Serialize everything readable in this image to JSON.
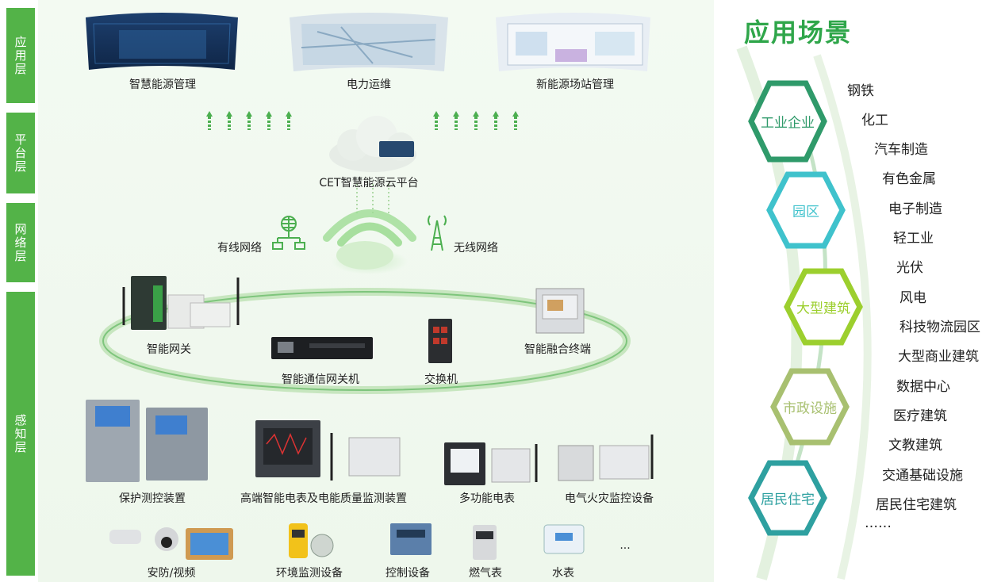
{
  "layers": [
    {
      "label": "应用层"
    },
    {
      "label": "平台层"
    },
    {
      "label": "网络层"
    },
    {
      "label": "感知层"
    }
  ],
  "apps": [
    {
      "label": "智慧能源管理"
    },
    {
      "label": "电力运维"
    },
    {
      "label": "新能源场站管理"
    }
  ],
  "platform": {
    "label": "CET智慧能源云平台"
  },
  "network": {
    "wired": "有线网络",
    "wireless": "无线网络"
  },
  "gateways": [
    {
      "label": "智能网关"
    },
    {
      "label": "智能通信网关机"
    },
    {
      "label": "交换机"
    },
    {
      "label": "智能融合终端"
    }
  ],
  "devices_row1": [
    {
      "label": "保护测控装置"
    },
    {
      "label": "高端智能电表及电能质量监测装置"
    },
    {
      "label": "多功能电表"
    },
    {
      "label": "电气火灾监控设备"
    }
  ],
  "devices_row2": [
    {
      "label": "安防/视频"
    },
    {
      "label": "环境监测设备"
    },
    {
      "label": "控制设备"
    },
    {
      "label": "燃气表"
    },
    {
      "label": "水表"
    },
    {
      "label": "..."
    }
  ],
  "scenes": {
    "title": "应用场景",
    "hexes": [
      {
        "label": "工业企业",
        "color": "#2f9a6a"
      },
      {
        "label": "园区",
        "color": "#3fc2cc"
      },
      {
        "label": "大型建筑",
        "color": "#9ccf2e"
      },
      {
        "label": "市政设施",
        "color": "#a8c070"
      },
      {
        "label": "居民住宅",
        "color": "#2ea0a0"
      }
    ],
    "industries": [
      "钢铁",
      "化工",
      "汽车制造",
      "有色金属",
      "电子制造",
      "轻工业",
      "光伏",
      "风电",
      "科技物流园区",
      "大型商业建筑",
      "数据中心",
      "医疗建筑",
      "文教建筑",
      "交通基础设施",
      "居民住宅建筑",
      "……"
    ]
  },
  "colors": {
    "accent": "#53b348",
    "title": "#2fa64a"
  }
}
